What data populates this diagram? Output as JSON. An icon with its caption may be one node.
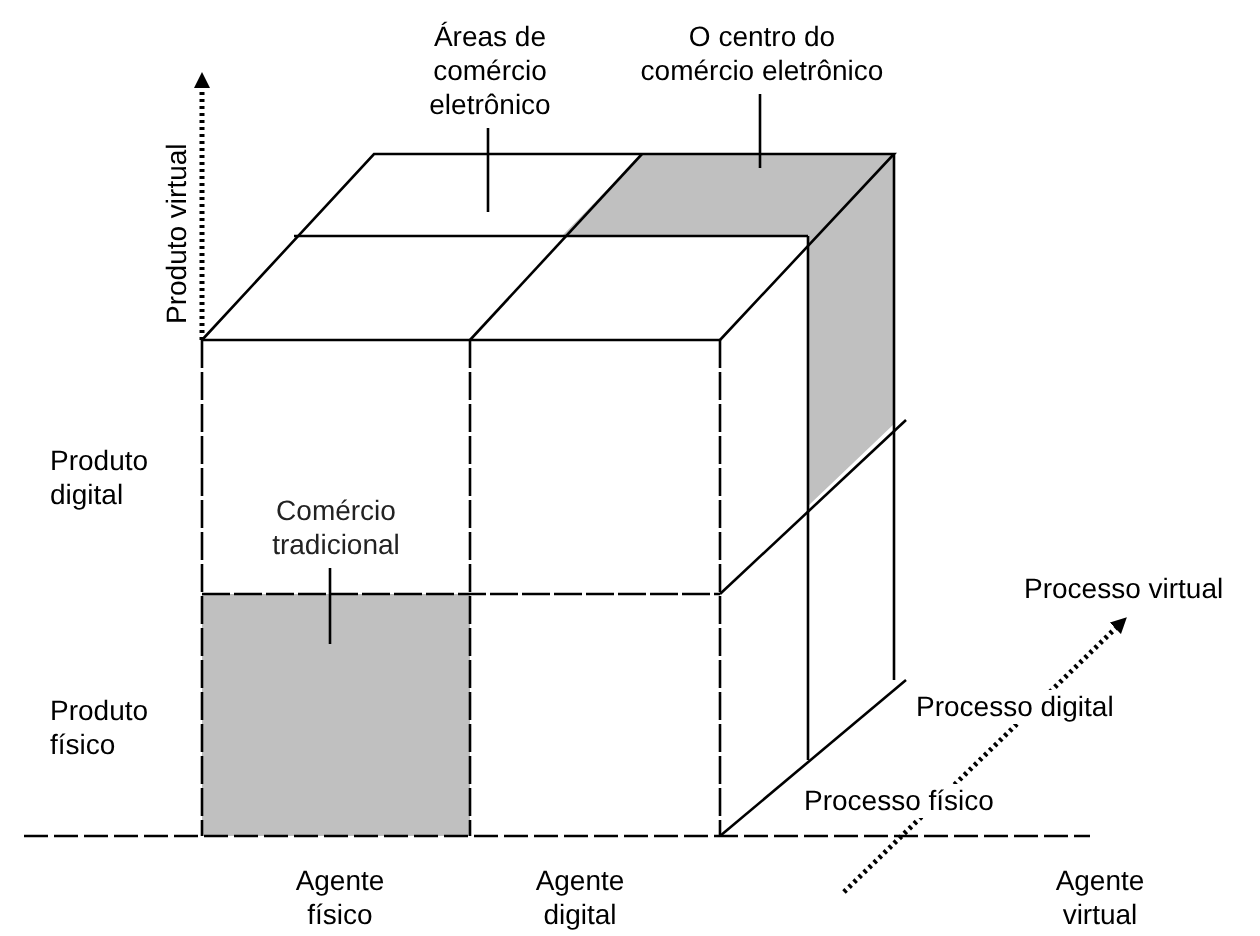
{
  "diagram": {
    "nodes": [
      {
        "text": [
          "Áreas de comércio eletrônico"
        ]
      },
      {
        "text": [
          "O centro do comércio eletrônico"
        ]
      },
      {
        "text": [
          "Comércio tradicional"
        ]
      },
      {
        "text": [],
        "shape": "box"
      },
      {
        "text": [],
        "shape": "box"
      }
    ],
    "edges": [
      {
        "from": 0,
        "to": null,
        "arrow": "none"
      },
      {
        "from": 1,
        "to": 3,
        "arrow": "none"
      },
      {
        "from": 2,
        "to": 4,
        "arrow": "none"
      }
    ],
    "labels": [
      "Produto virtual",
      "Produto digital",
      "Produto físico",
      "Processo virtual",
      "Processo digital",
      "Processo físico",
      "Agente físico",
      "Agente digital",
      "Agente virtual"
    ]
  }
}
